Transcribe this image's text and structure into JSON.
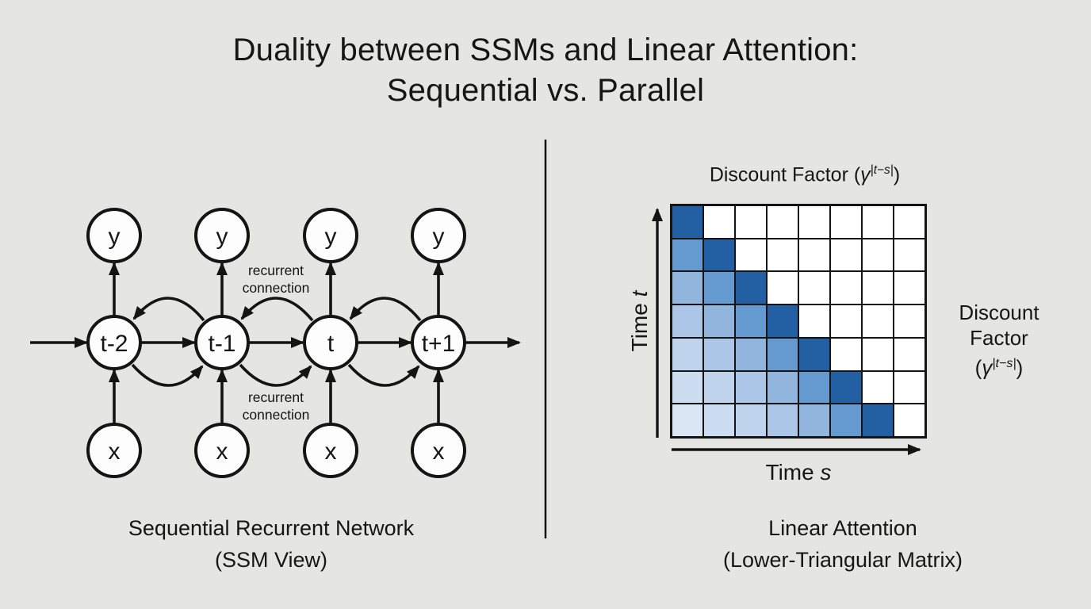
{
  "title": {
    "line1": "Duality between SSMs and Linear Attention:",
    "line2": "Sequential vs. Parallel"
  },
  "left": {
    "y_labels": [
      "y",
      "y",
      "y",
      "y"
    ],
    "state_labels": [
      "t-2",
      "t-1",
      "t",
      "t+1"
    ],
    "x_labels": [
      "x",
      "x",
      "x",
      "x"
    ],
    "recurrent_top": {
      "line1": "recurrent",
      "line2": "connection"
    },
    "recurrent_bottom": {
      "line1": "recurrent",
      "line2": "connection"
    },
    "caption_line1": "Sequential Recurrent Network",
    "caption_line2": "(SSM View)"
  },
  "right": {
    "matrix_title": {
      "prefix": "Discount Factor (",
      "gamma": "γ",
      "sup": "|t−s|",
      "suffix": ")"
    },
    "side_label": {
      "line1": "Discount",
      "line2": "Factor",
      "prefix": "(",
      "gamma": "γ",
      "sup": "|t−s|",
      "suffix": ")"
    },
    "y_axis_label_prefix": "Time ",
    "y_axis_label_var": "t",
    "x_axis_label_prefix": "Time ",
    "x_axis_label_var": "s",
    "caption_line1": "Linear Attention",
    "caption_line2": "(Lower-Triangular Matrix)"
  },
  "chart_data": {
    "type": "heatmap",
    "title": "Discount Factor (γ^|t−s|) lower-triangular attention matrix",
    "xlabel": "Time s",
    "ylabel": "Time t",
    "rows": 7,
    "cols": 8,
    "cell_values_are": "distance |t−s| from diagonal; null = masked (white) upper-triangular cell",
    "cells": [
      [
        0,
        null,
        null,
        null,
        null,
        null,
        null,
        null
      ],
      [
        1,
        0,
        null,
        null,
        null,
        null,
        null,
        null
      ],
      [
        2,
        1,
        0,
        null,
        null,
        null,
        null,
        null
      ],
      [
        3,
        2,
        1,
        0,
        null,
        null,
        null,
        null
      ],
      [
        4,
        3,
        2,
        1,
        0,
        null,
        null,
        null
      ],
      [
        5,
        4,
        3,
        2,
        1,
        0,
        null,
        null
      ],
      [
        6,
        5,
        4,
        3,
        2,
        1,
        0,
        null
      ]
    ],
    "palette_by_distance": [
      "#2360a3",
      "#649ad0",
      "#92b5de",
      "#abc6e6",
      "#bfd4ec",
      "#cdddf1",
      "#d9e6f4"
    ],
    "empty_color": "#ffffff",
    "grid_line_color": "#141414"
  },
  "colors": {
    "background": "#e5e5e3",
    "ink": "#161616",
    "node_fill": "#fdfdfd"
  }
}
